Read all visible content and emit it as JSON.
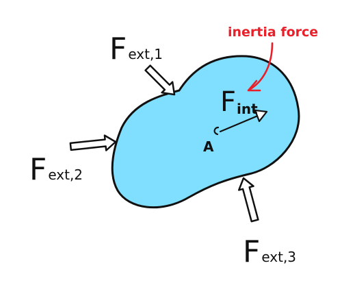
{
  "diagram": {
    "colors": {
      "body_fill": "#80DEFF",
      "stroke": "#111111",
      "annotation": "#E8202A"
    },
    "body": {
      "name": "rigid-body-blob"
    },
    "point": {
      "label": "A"
    },
    "forces": {
      "ext1": {
        "base": "F",
        "sub": "ext,1"
      },
      "ext2": {
        "base": "F",
        "sub": "ext,2"
      },
      "ext3": {
        "base": "F",
        "sub": "ext,3"
      },
      "int": {
        "base": "F",
        "sub": "int"
      }
    },
    "annotation": {
      "text": "inertia force"
    },
    "icons": [
      "hollow-arrow-icon",
      "line-arrow-icon",
      "curved-arrow-icon",
      "point-marker-icon"
    ]
  }
}
